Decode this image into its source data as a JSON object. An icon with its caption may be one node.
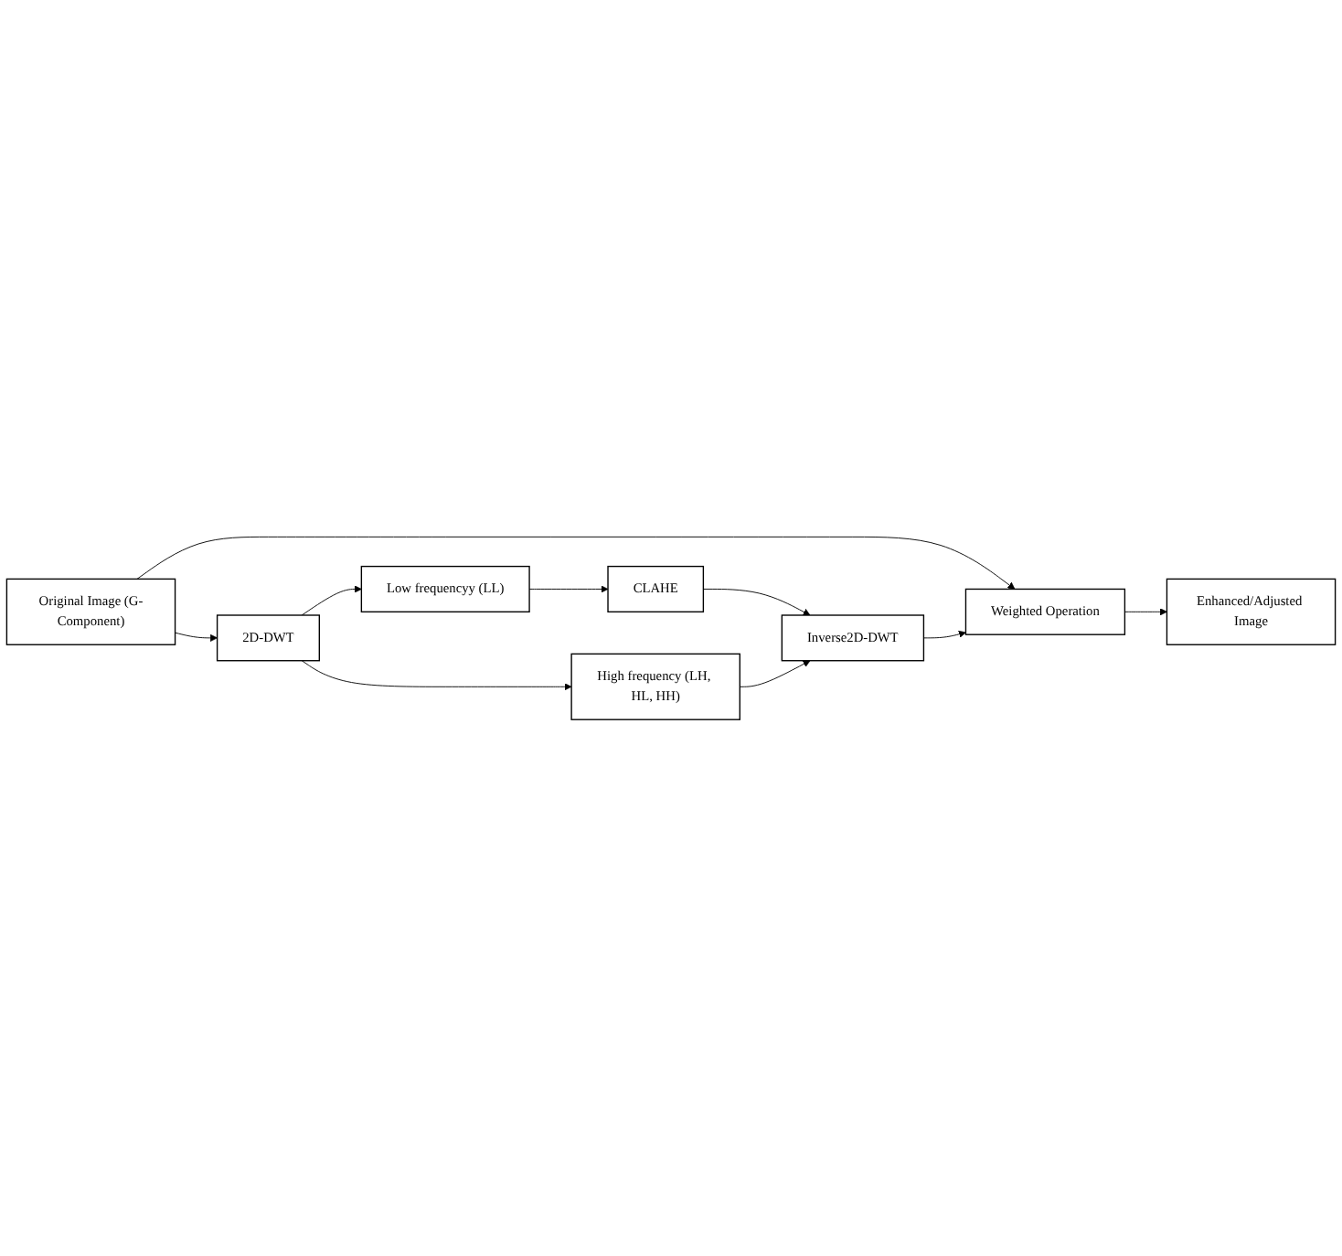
{
  "diagram": {
    "nodes": [
      {
        "text": [
          "Original Image (G-Component)"
        ]
      },
      {
        "text": [
          "2D-DWT"
        ]
      },
      {
        "text": [
          "Low frequencyy (LL)"
        ]
      },
      {
        "text": [
          "CLAHE"
        ]
      },
      {
        "text": [
          "High frequency (LH, HL, HH)"
        ]
      },
      {
        "text": [
          "Inverse2D-DWT"
        ]
      },
      {
        "text": [
          "Weighted Operation"
        ]
      },
      {
        "text": [
          "Enhanced/Adjusted Image"
        ]
      }
    ],
    "edges": [
      {
        "from": 0,
        "to": 1,
        "arrow": "to"
      },
      {
        "from": 1,
        "to": 2,
        "arrow": "to"
      },
      {
        "from": 2,
        "to": 3,
        "arrow": "to"
      },
      {
        "from": 1,
        "to": 4,
        "arrow": "to"
      },
      {
        "from": 3,
        "to": 5,
        "arrow": "to"
      },
      {
        "from": 4,
        "to": 5,
        "arrow": "to"
      },
      {
        "from": 0,
        "to": 6,
        "arrow": "to"
      },
      {
        "from": 5,
        "to": 6,
        "arrow": "to"
      },
      {
        "from": 6,
        "to": 7,
        "arrow": "to"
      }
    ]
  }
}
